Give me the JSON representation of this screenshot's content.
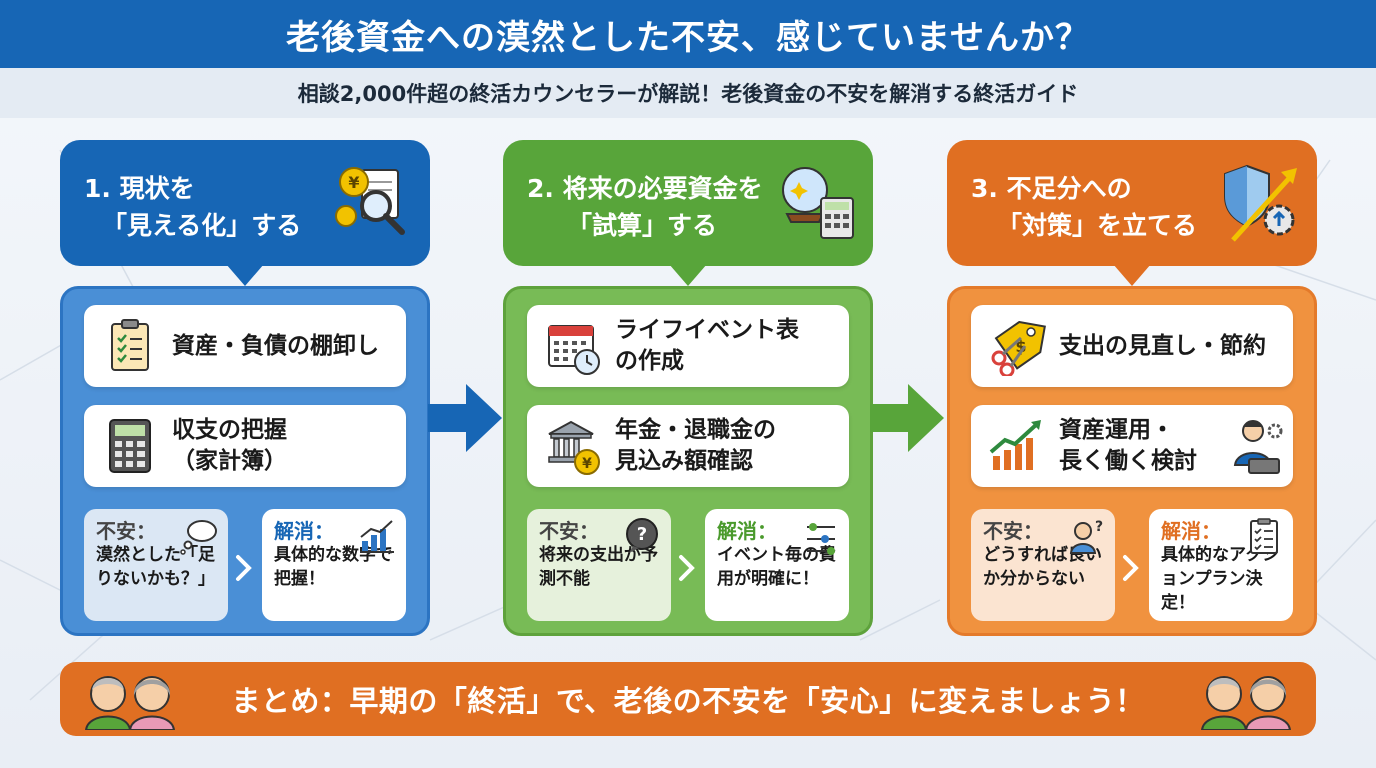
{
  "title": "老後資金への漠然とした不安、感じていませんか？",
  "subtitle": "相談2,000件超の終活カウンセラーが解説！老後資金の不安を解消する終活ガイド",
  "colors": {
    "blue": "#1766b5",
    "green": "#58a53a",
    "orange": "#e06f22"
  },
  "steps": [
    {
      "head_lines": [
        "1. 現状を",
        "「見える化」する"
      ],
      "head_icon": "yen-magnifier-icon",
      "items": [
        {
          "text": "資産・負債の棚卸し",
          "icon": "clipboard-icon"
        },
        {
          "text": "収支の把握\n（家計簿）",
          "icon": "calculator-icon"
        }
      ],
      "worry": {
        "label": "不安：",
        "text": "漠然とした「足りないかも？」",
        "icon": "thought-bubble-icon"
      },
      "solution": {
        "label": "解消：",
        "text": "具体的な数字で把握！",
        "icon": "bar-chart-icon"
      }
    },
    {
      "head_lines": [
        "2. 将来の必要資金を",
        "「試算」する"
      ],
      "head_icon": "crystal-ball-calculator-icon",
      "items": [
        {
          "text": "ライフイベント表\nの作成",
          "icon": "calendar-clock-icon"
        },
        {
          "text": "年金・退職金の\n見込み額確認",
          "icon": "bank-coin-icon"
        }
      ],
      "worry": {
        "label": "不安：",
        "text": "将来の支出が予測不能",
        "icon": "question-bubble-icon"
      },
      "solution": {
        "label": "解消：",
        "text": "イベント毎の費用が明確に！",
        "icon": "timeline-icon"
      }
    },
    {
      "head_lines": [
        "3. 不足分への",
        "「対策」を立てる"
      ],
      "head_icon": "shield-arrow-gear-icon",
      "items": [
        {
          "text": "支出の見直し・節約",
          "icon": "scissors-tag-icon"
        },
        {
          "text": "資産運用・\n長く働く検討",
          "icon": "growth-worker-icon"
        }
      ],
      "worry": {
        "label": "不安：",
        "text": "どうすれば良いか分からない",
        "icon": "confused-person-icon"
      },
      "solution": {
        "label": "解消：",
        "text": "具体的なアクションプラン決定！",
        "icon": "checklist-icon"
      }
    }
  ],
  "summary": "まとめ：早期の「終活」で、老後の不安を「安心」に変えましょう！"
}
